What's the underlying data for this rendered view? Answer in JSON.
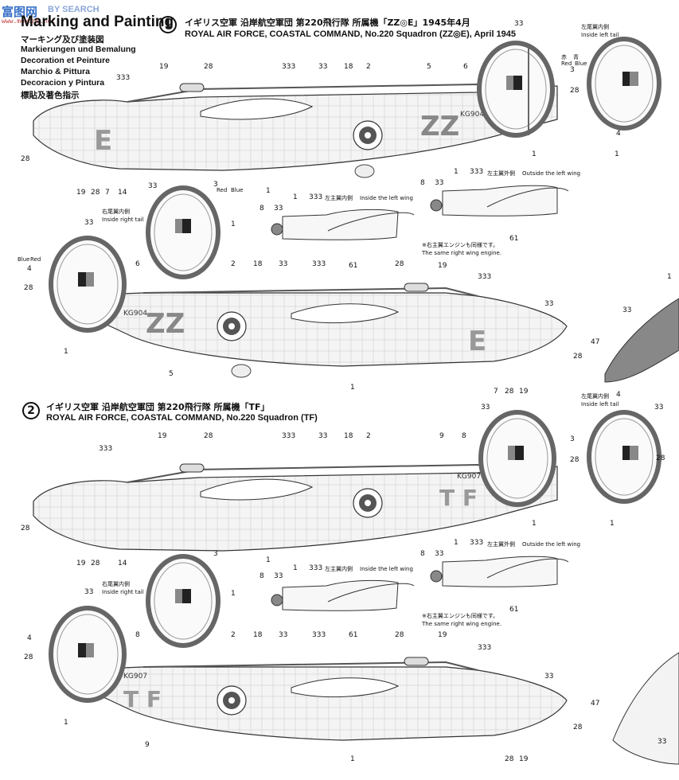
{
  "watermark": {
    "cn": "富图网",
    "sub": "BY SEARCH",
    "url": "www.moxing.net"
  },
  "header": {
    "title": "Marking and Painting",
    "lines": [
      "マーキング及び塗装図",
      "Markierungen und Bemalung",
      "Decoration et Peinture",
      "Marchio & Pittura",
      "Decoracion y Pintura",
      "標貼及著色指示"
    ]
  },
  "scheme1": {
    "num": "1",
    "jp": "イギリス空軍 沿岸航空軍団 第220飛行隊 所属機「ZZ◎E」1945年4月",
    "en": "ROYAL AIR FORCE, COASTAL COMMAND, No.220 Squadron (ZZ◎E), April 1945",
    "serial": "KG904",
    "code": "ZZ",
    "letter": "E"
  },
  "scheme2": {
    "num": "2",
    "jp": "イギリス空軍 沿岸航空軍団 第220飛行隊 所属機「TF」",
    "en": "ROYAL AIR FORCE, COASTAL COMMAND, No.220 Squadron (TF)",
    "serial": "KG907",
    "code": "T F"
  },
  "labels": {
    "left_tail": "左尾翼内側",
    "inside_left_tail": "Inside left tail",
    "right_tail": "右尾翼内側",
    "inside_right_tail": "Inside right tail",
    "red_jp": "赤",
    "blue_jp": "青",
    "red": "Red",
    "blue": "Blue",
    "left_wing_out_jp": "左主翼外側",
    "outside_left_wing": "Outside the left wing",
    "left_wing_in_jp": "左主翼内側",
    "inside_left_wing": "Inside the left wing",
    "same_engine_jp": "※右主翼エンジンも同様です。",
    "same_engine": "The same right wing engine."
  },
  "callouts": {
    "n1": "1",
    "n2": "2",
    "n3": "3",
    "n4": "4",
    "n5": "5",
    "n6": "6",
    "n7": "7",
    "n8": "8",
    "n9": "9",
    "n14": "14",
    "n18": "18",
    "n19": "19",
    "n28": "28",
    "n33": "33",
    "n47": "47",
    "n61": "61",
    "n333": "333"
  }
}
